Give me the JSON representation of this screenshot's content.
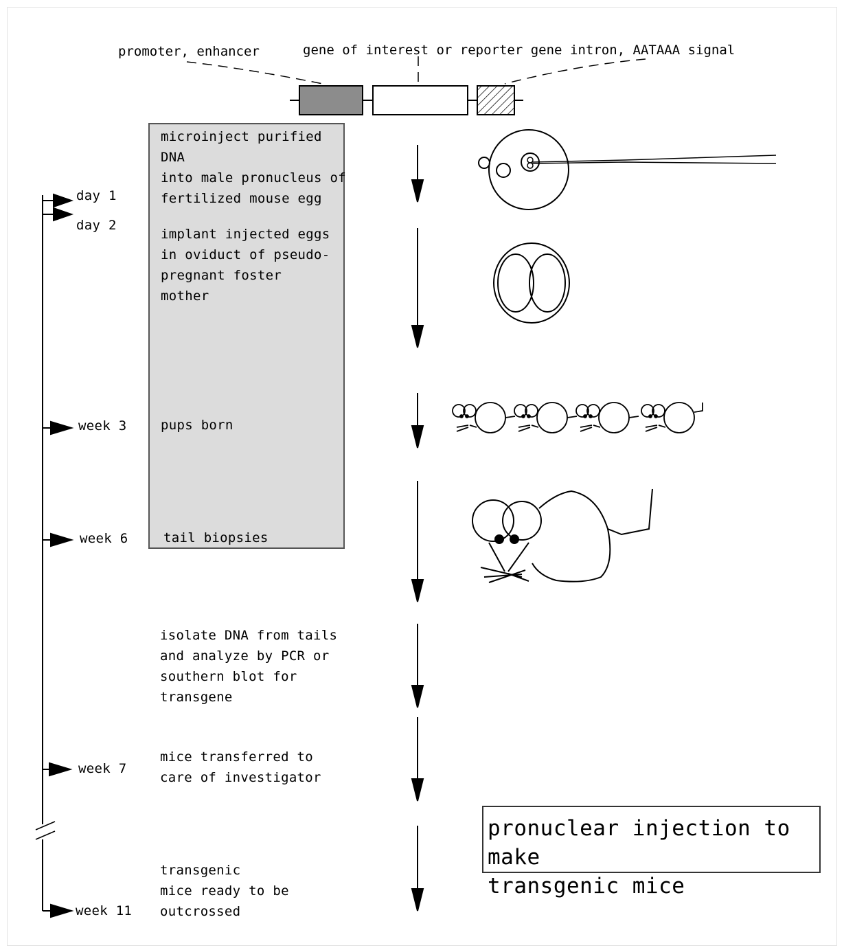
{
  "construct": {
    "promoter_label": "promoter, enhancer",
    "gene_label": "gene of interest or reporter gene",
    "intron_label": "intron, AATAAA signal"
  },
  "timeline": {
    "day1": "day 1",
    "day2": "day 2",
    "week3": "week 3",
    "week6": "week 6",
    "week7": "week 7",
    "week11": "week 11"
  },
  "steps": {
    "microinject": "microinject purified\nDNA\ninto male pronucleus of\nfertilized mouse egg",
    "implant": "implant injected eggs\nin oviduct of pseudo-\npregnant foster\nmother",
    "pups": "pups born",
    "tail": "tail biopsies",
    "isolate": "isolate DNA from tails\nand analyze by PCR or\nsouthern blot for\ntransgene",
    "transfer": "mice transferred to\ncare of investigator",
    "ready": "transgenic\nmice ready to be\noutcrossed"
  },
  "title": "pronuclear injection to make\ntransgenic mice",
  "colors": {
    "grey_box": "#dcdcdc",
    "promoter_fill": "#8c8c8c",
    "line": "#000000"
  }
}
